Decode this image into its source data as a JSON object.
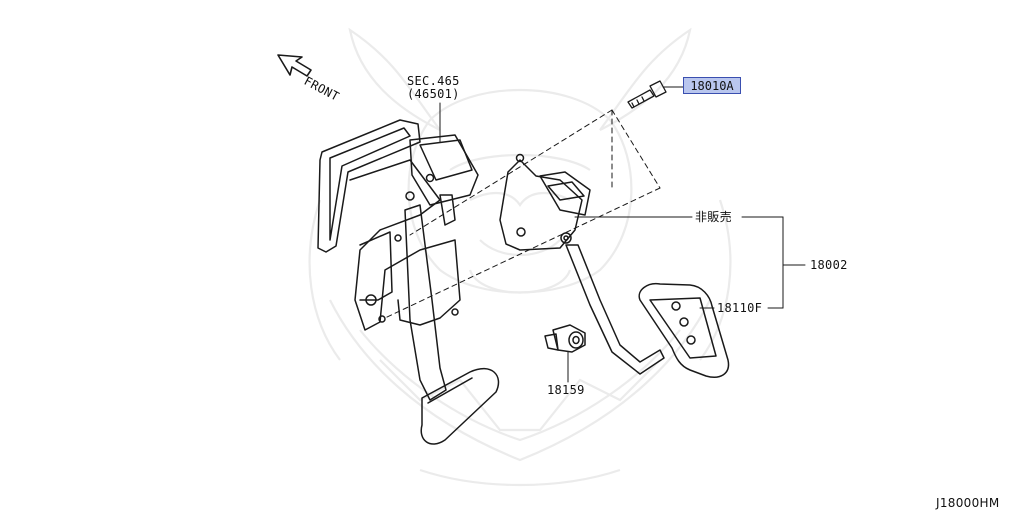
{
  "diagram": {
    "front_label": "FRONT",
    "section_ref": {
      "line1": "SEC.465",
      "line2": "(46501)"
    },
    "callouts": {
      "bolt": "18010A",
      "not_sold": "非販売",
      "assembly": "18002",
      "pedal_pad": "18110F",
      "stopper": "18159"
    },
    "diagram_code": "J18000HM",
    "colors": {
      "line": "#1a1a1a",
      "highlight_fill": "#b9c6ee",
      "highlight_border": "#3a4fb0",
      "watermark": "#ececec"
    }
  }
}
